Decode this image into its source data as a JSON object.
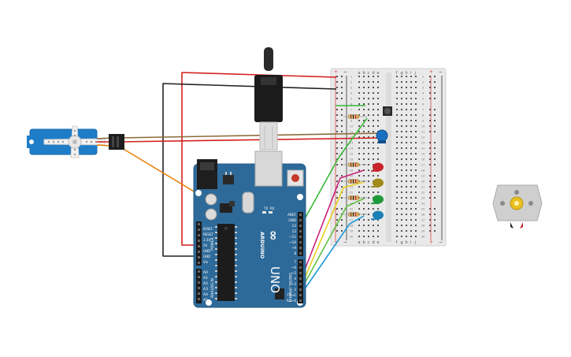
{
  "arduino": {
    "brand": "ARDUINO",
    "model": "UNO",
    "logo_text": "∞",
    "power_label": "POWER",
    "analog_label": "ANALOG IN",
    "digital_label": "DIGITAL (PWM~)",
    "tx_label": "TX",
    "rx_label": "RX",
    "power_pins": [
      "IOREF",
      "RESET",
      "3.3V",
      "5V",
      "GND",
      "GND",
      "Vin"
    ],
    "analog_pins": [
      "A0",
      "A1",
      "A2",
      "A3",
      "A4",
      "A5"
    ],
    "digital_pins": [
      "AREF",
      "GND",
      "13",
      "12",
      "~11",
      "~10",
      "~9",
      "8",
      "7",
      "~6",
      "~5",
      "4",
      "~3",
      "2",
      "TX→1",
      "RX←0"
    ]
  },
  "breadboard": {
    "columns_left": [
      "a",
      "b",
      "c",
      "d",
      "e"
    ],
    "columns_right": [
      "f",
      "g",
      "h",
      "i",
      "j"
    ],
    "row_numbers": [
      "1",
      "2",
      "3",
      "4",
      "5",
      "6",
      "7",
      "8",
      "9",
      "10",
      "11",
      "12",
      "13",
      "14",
      "15",
      "16",
      "17",
      "18",
      "19",
      "20",
      "21",
      "22",
      "23",
      "24",
      "25",
      "26",
      "27",
      "28",
      "29",
      "30"
    ],
    "rail_plus": "+",
    "rail_minus": "−"
  },
  "components": {
    "leds": [
      {
        "color": "#c8232c"
      },
      {
        "color": "#a08a1a"
      },
      {
        "color": "#1f9a3a"
      },
      {
        "color": "#1a7fb5"
      }
    ],
    "potentiometer_color": "#1a6fc0",
    "servo_color": "#1f7dc8",
    "motor_color": "#cfcfcf",
    "motor_shaft_color": "#e8c020"
  },
  "wire_colors": {
    "red": "#d42020",
    "black": "#222222",
    "orange": "#e8820c",
    "brown": "#8a6a3a",
    "green": "#3ab83a",
    "magenta": "#c8207a",
    "yellow": "#e8d020",
    "lime": "#60c040",
    "blue": "#1f9ad6"
  }
}
